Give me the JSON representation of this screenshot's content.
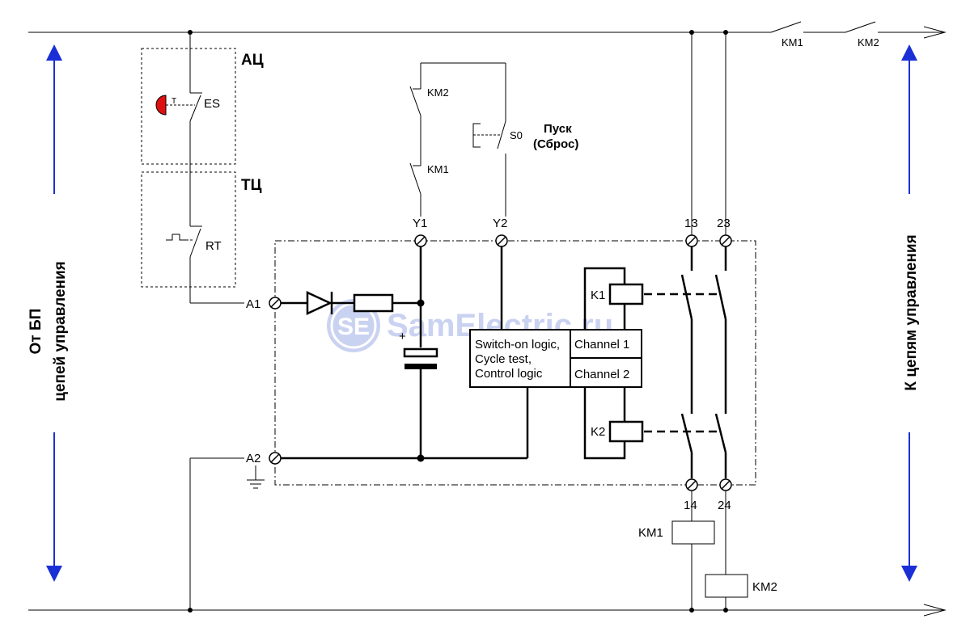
{
  "colors": {
    "line": "#000000",
    "arrow": "#1a2fd6",
    "button": "#e01010",
    "watermark": "#6b7fd8"
  },
  "side_labels": {
    "left_line1": "От БП",
    "left_line2": "цепей управления",
    "right": "К цепям управления"
  },
  "block_labels": {
    "emergency": "АЦ",
    "thermal": "ТЦ"
  },
  "switches": {
    "es": "ES",
    "rt": "RT",
    "t_mark": "T",
    "km1_top": "KM1",
    "km2_top": "KM2",
    "km2_feedback": "KM2",
    "km1_feedback": "KM1",
    "s0": "S0"
  },
  "start_button": {
    "line1": "Пуск",
    "line2": "(Сброс)"
  },
  "terminals": {
    "y1": "Y1",
    "y2": "Y2",
    "t13": "13",
    "t23": "23",
    "a1": "A1",
    "a2": "A2",
    "t14": "14",
    "t24": "24"
  },
  "logic_box": {
    "line1": "Switch-on logic,",
    "line2": "Cycle test,",
    "line3": "Control logic"
  },
  "channels": {
    "ch1": "Channel 1",
    "ch2": "Channel 2"
  },
  "relays": {
    "k1": "K1",
    "k2": "K2"
  },
  "coils": {
    "km1": "KM1",
    "km2": "KM2"
  },
  "capacitor_plus": "+",
  "watermark": {
    "logo": "SE",
    "text": "SamElectric.ru"
  }
}
